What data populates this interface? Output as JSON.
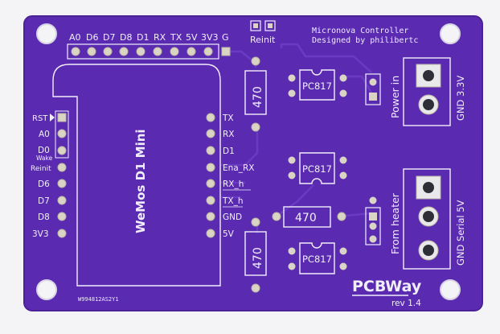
{
  "board": {
    "colors": {
      "background": "#f4f4f6",
      "soldermask": "#5a2bb0",
      "soldermask_dark": "#4a2296",
      "silkscreen": "#f1eefb",
      "copper_pad": "#d9d4c4",
      "terminal_block": "#e9e9ec"
    },
    "title_line_1": "Micronova Controller",
    "title_line_2": "Designed by philibertc",
    "top_header_pins": [
      "A0",
      "D6",
      "D7",
      "D8",
      "D1",
      "RX",
      "TX",
      "5V",
      "3V3",
      "G"
    ],
    "reinit_label": "Reinit",
    "module_label": "WeMos D1 Mini",
    "module_left_pins": [
      "RST",
      "A0",
      "D0",
      "Wake",
      "Reinit",
      "D6",
      "D7",
      "D8",
      "3V3"
    ],
    "module_right_pins": [
      "TX",
      "RX",
      "D1",
      "Ena_RX",
      "RX_h",
      "TX_h",
      "GND",
      "5V"
    ],
    "optocouplers": [
      "PC817",
      "PC817",
      "PC817"
    ],
    "resistors": [
      "470",
      "470",
      "470"
    ],
    "power_in_label": "Power in",
    "power_terminal_label": "GND 3.3V",
    "heater_label": "From heater",
    "heater_terminal_label": "GND Serial 5V",
    "serial_number": "W994812AS2Y1",
    "brand": "PCBWay",
    "revision": "rev 1.4"
  }
}
